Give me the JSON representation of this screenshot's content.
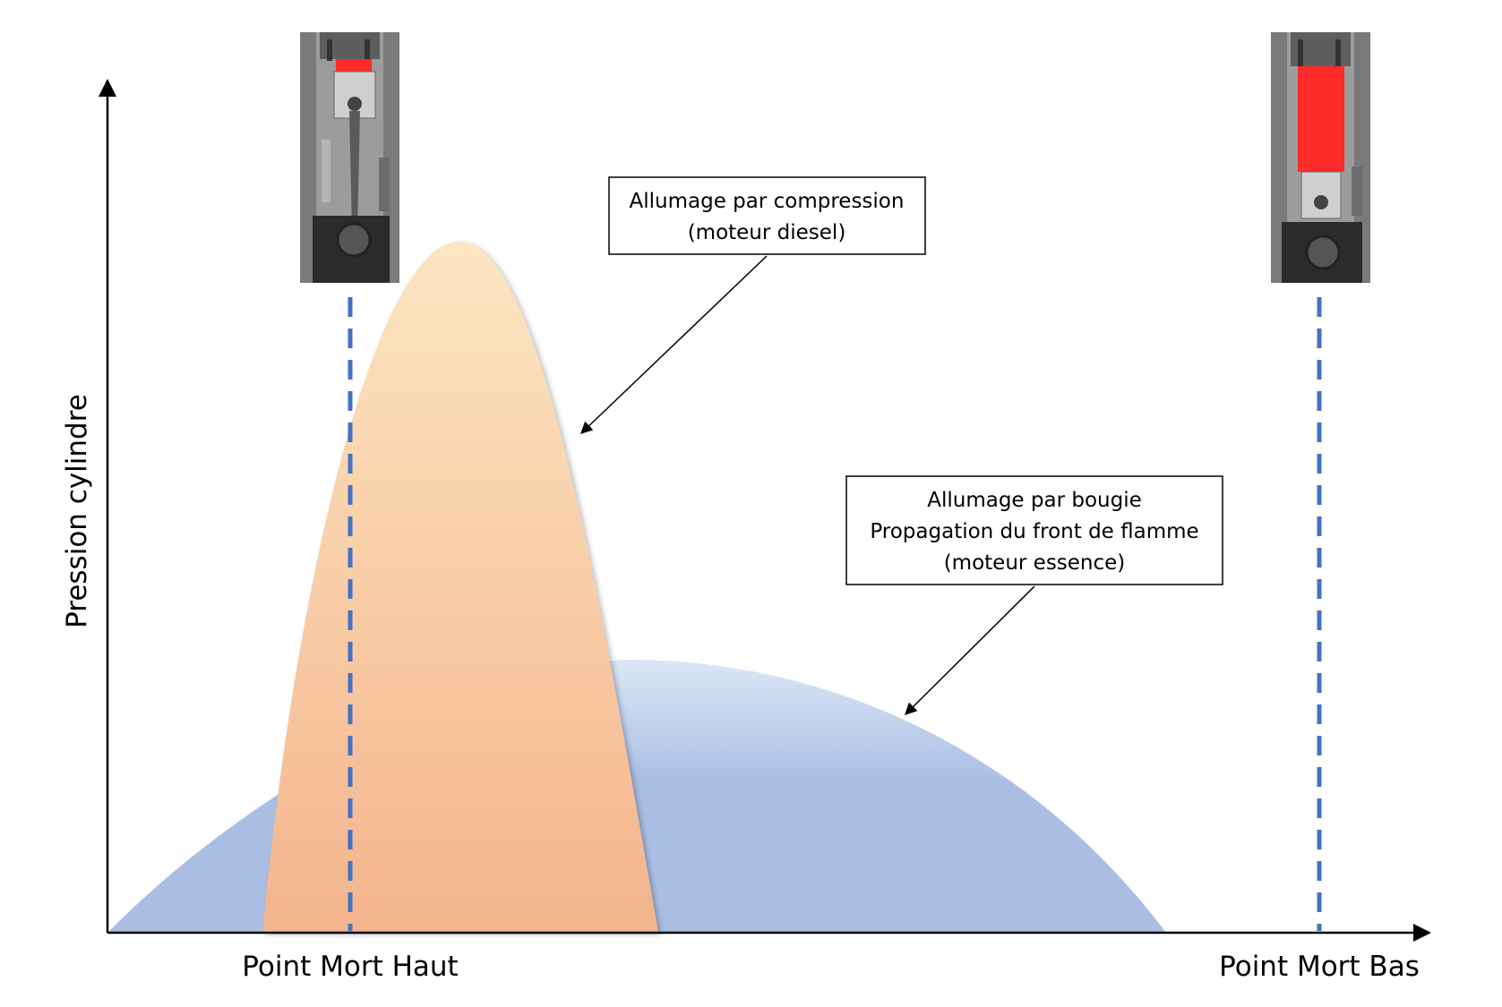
{
  "y_axis_label": "Pression cylindre",
  "x_axis_labels": {
    "left": "Point Mort Haut",
    "right": "Point Mort Bas"
  },
  "callouts": {
    "diesel": {
      "lines": [
        "Allumage par compression",
        "(moteur diesel)"
      ]
    },
    "essence": {
      "lines": [
        "Allumage par bougie",
        "Propagation du front de flamme",
        "(moteur essence)"
      ]
    }
  },
  "illustrations": {
    "left": "engine-cylinder-piston-top-dead-center",
    "right": "engine-cylinder-piston-bottom-dead-center"
  },
  "colors": {
    "diesel_top": "#fce6c2",
    "diesel_bottom": "#f4b48c",
    "essence_top": "#dbe7f6",
    "essence_bottom": "#aabee4",
    "dead_center_line": "#4472c4",
    "piston_highlight": "#ff2a2a"
  }
}
